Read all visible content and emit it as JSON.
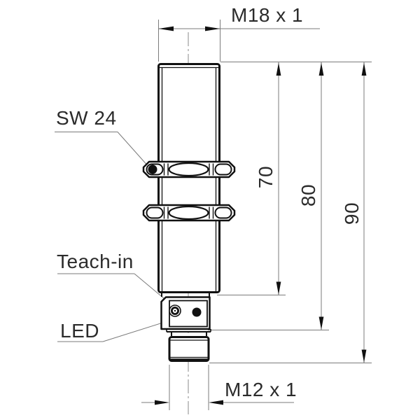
{
  "drawing": {
    "type": "technical-dimension-drawing",
    "subject": "cylindrical sensor with M12 connector",
    "labels": {
      "thread_top": "M18 x 1",
      "wrench_size": "SW 24",
      "teach_in": "Teach-in",
      "led": "LED",
      "thread_bottom": "M12 x 1"
    },
    "dimensions": {
      "length_70": "70",
      "length_80": "80",
      "length_90": "90"
    },
    "colors": {
      "background": "#ffffff",
      "part_outline": "#111111",
      "thin_line": "#7b7b7b",
      "text": "#2b2b2b"
    }
  }
}
